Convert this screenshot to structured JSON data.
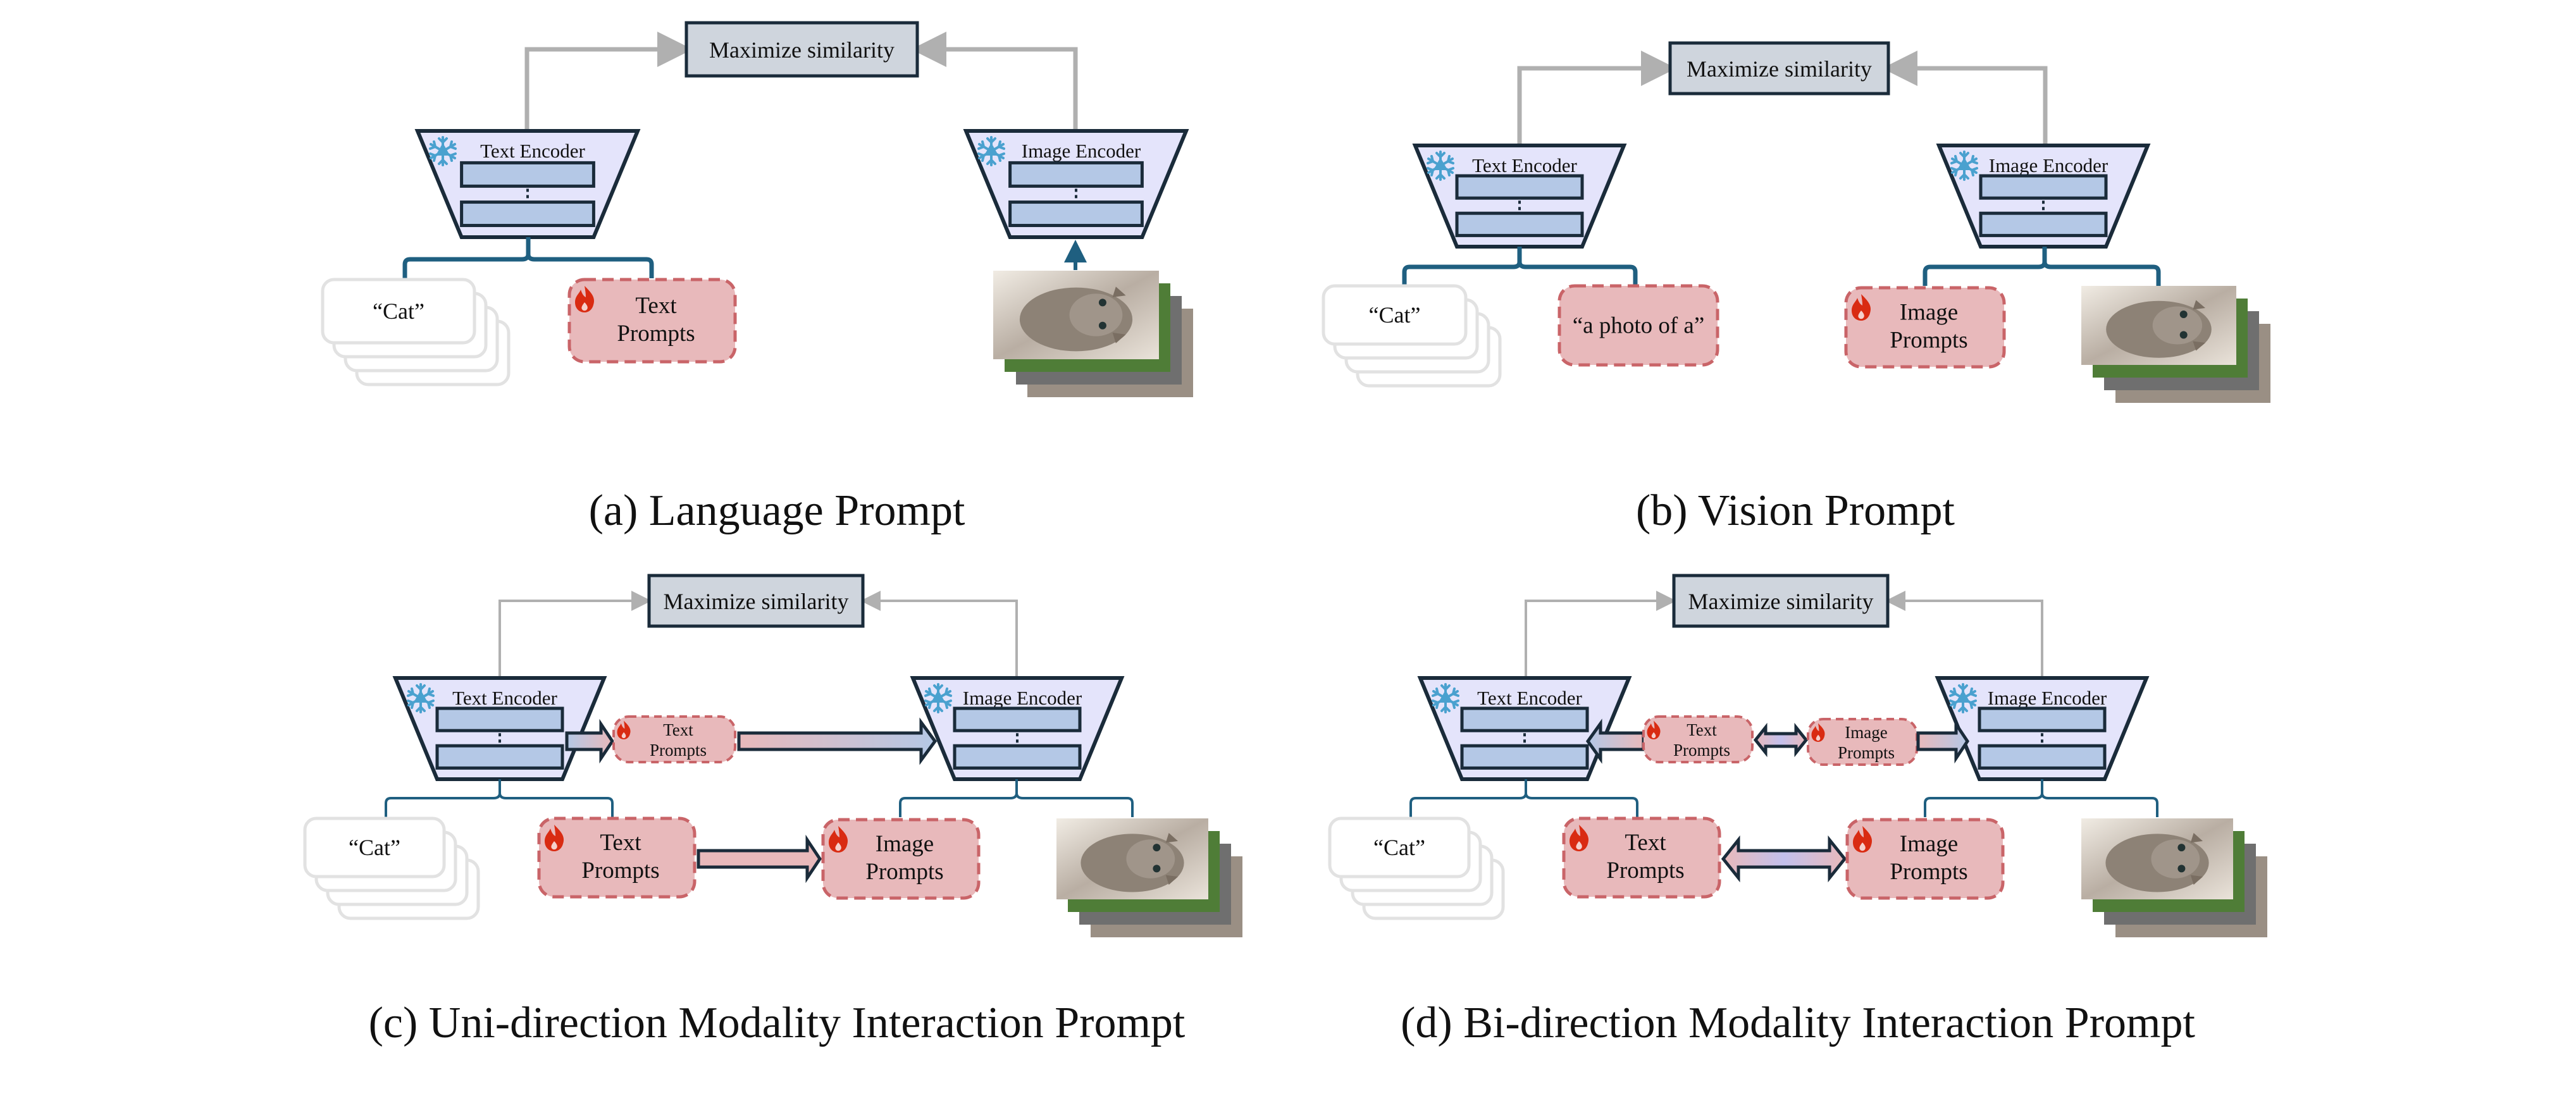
{
  "figure": {
    "panels": [
      {
        "id": "a",
        "caption": "(a) Language Prompt",
        "similarity_label": "Maximize similarity",
        "text_encoder_label": "Text Encoder",
        "image_encoder_label": "Image Encoder",
        "class_token": "“Cat”",
        "text_prompt_label": [
          "Text",
          "Prompts"
        ],
        "text_prompt_learnable": true,
        "image_side": "image-only"
      },
      {
        "id": "b",
        "caption": "(b) Vision Prompt",
        "similarity_label": "Maximize similarity",
        "text_encoder_label": "Text Encoder",
        "image_encoder_label": "Image  Encoder",
        "class_token": "“Cat”",
        "text_template": "“a photo of a”",
        "image_prompt_label": [
          "Image",
          "Prompts"
        ],
        "image_prompt_learnable": true
      },
      {
        "id": "c",
        "caption": "(c) Uni-direction Modality Interaction Prompt",
        "similarity_label": "Maximize similarity",
        "text_encoder_label": "Text Encoder",
        "image_encoder_label": "Image Encoder",
        "class_token": "“Cat”",
        "text_prompt_label": [
          "Text",
          "Prompts"
        ],
        "image_prompt_label": [
          "Image",
          "Prompts"
        ],
        "mid_prompt_label": [
          "Text",
          "Prompts"
        ],
        "interaction": "uni-direction"
      },
      {
        "id": "d",
        "caption": "(d) Bi-direction Modality Interaction Prompt",
        "similarity_label": "Maximize similarity",
        "text_encoder_label": "Text Encoder",
        "image_encoder_label": "Image Encoder",
        "class_token": "“Cat”",
        "text_prompt_label": [
          "Text",
          "Prompts"
        ],
        "image_prompt_label": [
          "Image",
          "Prompts"
        ],
        "mid_text_prompt_label": [
          "Text",
          "Prompts"
        ],
        "mid_image_prompt_label": [
          "Image",
          "Prompts"
        ],
        "interaction": "bi-direction"
      }
    ],
    "icons": {
      "frozen": "snowflake-icon",
      "learnable": "flame-icon",
      "input_image": "cat-photo-stack"
    },
    "colors": {
      "encoder_fill": "#e4e4fb",
      "encoder_layer_fill": "#b4c8e6",
      "outline": "#1a2b3a",
      "connector": "#1f5f80",
      "snowflake": "#4aa1cf",
      "flame": "#d92b12",
      "prompt_fill": "#e8b9bb",
      "prompt_border": "#c96468",
      "similarity_fill": "#cfd5dd",
      "gray_arrow": "#b0b0b0",
      "card_border": "#e2e2e2"
    }
  }
}
